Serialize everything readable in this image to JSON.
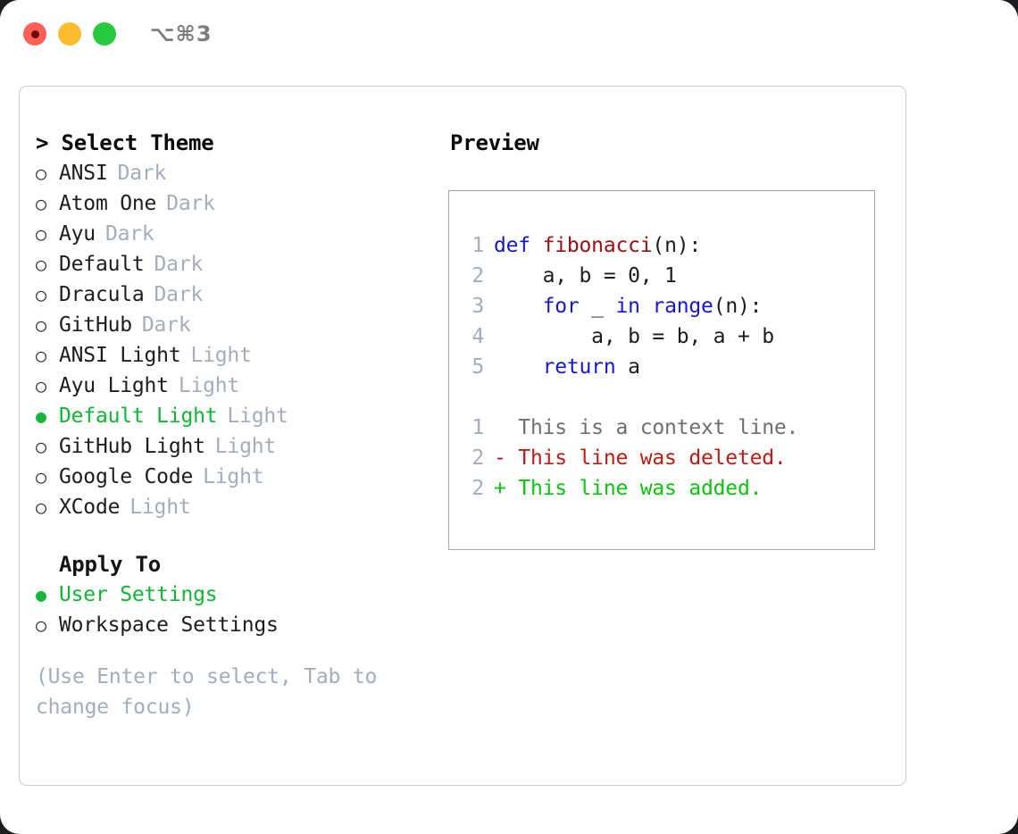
{
  "titlebar": {
    "shortcut": "⌥⌘3",
    "lights": [
      "close",
      "minimize",
      "maximize"
    ]
  },
  "theme_panel": {
    "header": "> Select Theme",
    "focus_marker": ">",
    "selected_color": "#0fb734",
    "tag_color": "#a4adbb",
    "bullet_selected": "●",
    "bullet_unselected": "○",
    "options": [
      {
        "name": "ANSI",
        "tag": "Dark",
        "selected": false
      },
      {
        "name": "Atom One",
        "tag": "Dark",
        "selected": false
      },
      {
        "name": "Ayu",
        "tag": "Dark",
        "selected": false
      },
      {
        "name": "Default",
        "tag": "Dark",
        "selected": false
      },
      {
        "name": "Dracula",
        "tag": "Dark",
        "selected": false
      },
      {
        "name": "GitHub",
        "tag": "Dark",
        "selected": false
      },
      {
        "name": "ANSI Light",
        "tag": "Light",
        "selected": false
      },
      {
        "name": "Ayu Light",
        "tag": "Light",
        "selected": false
      },
      {
        "name": "Default Light",
        "tag": "Light",
        "selected": true
      },
      {
        "name": "GitHub Light",
        "tag": "Light",
        "selected": false
      },
      {
        "name": "Google Code",
        "tag": "Light",
        "selected": false
      },
      {
        "name": "XCode",
        "tag": "Light",
        "selected": false
      }
    ]
  },
  "apply_to": {
    "header": "Apply To",
    "options": [
      {
        "name": "User Settings",
        "selected": true
      },
      {
        "name": "Workspace Settings",
        "selected": false
      }
    ]
  },
  "hint": "(Use Enter to select, Tab to change focus)",
  "preview": {
    "header": "Preview",
    "code_lines": [
      {
        "no": "1",
        "tokens": [
          {
            "t": "def ",
            "c": "kw"
          },
          {
            "t": "fibonacci",
            "c": "fn"
          },
          {
            "t": "(n):",
            "c": "code-text"
          }
        ]
      },
      {
        "no": "2",
        "tokens": [
          {
            "t": "    a, b = 0, 1",
            "c": "code-text"
          }
        ]
      },
      {
        "no": "3",
        "tokens": [
          {
            "t": "    ",
            "c": "code-text"
          },
          {
            "t": "for",
            "c": "kw"
          },
          {
            "t": " _ ",
            "c": "code-text"
          },
          {
            "t": "in",
            "c": "kw"
          },
          {
            "t": " ",
            "c": "code-text"
          },
          {
            "t": "range",
            "c": "kw"
          },
          {
            "t": "(n):",
            "c": "code-text"
          }
        ]
      },
      {
        "no": "4",
        "tokens": [
          {
            "t": "        a, b = b, a + b",
            "c": "code-text"
          }
        ]
      },
      {
        "no": "5",
        "tokens": [
          {
            "t": "    ",
            "c": "code-text"
          },
          {
            "t": "return",
            "c": "kw"
          },
          {
            "t": " a",
            "c": "code-text"
          }
        ]
      }
    ],
    "diff_lines": [
      {
        "no": "1",
        "tokens": [
          {
            "t": "  This is a context line.",
            "c": "ctx"
          }
        ]
      },
      {
        "no": "2",
        "tokens": [
          {
            "t": "- This line was deleted.",
            "c": "del"
          }
        ]
      },
      {
        "no": "2",
        "tokens": [
          {
            "t": "+ This line was added.",
            "c": "add"
          }
        ]
      }
    ]
  }
}
